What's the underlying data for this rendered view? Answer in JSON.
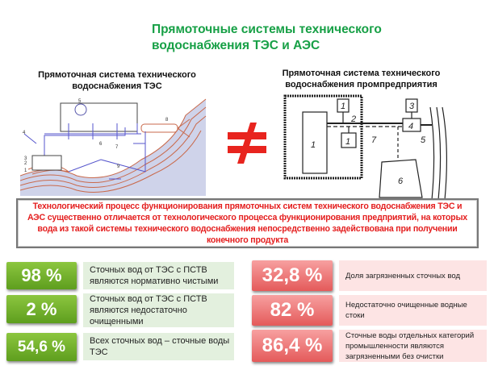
{
  "title": "Прямоточные системы технического водоснабжения ТЭС и АЭС",
  "left_panel": {
    "title": "Прямоточная система технического водоснабжения ТЭС",
    "labels": [
      "5",
      "4",
      "6",
      "7",
      "8",
      "3",
      "2",
      "1",
      "9"
    ]
  },
  "not_equal_sign": "≠",
  "right_panel": {
    "title": "Прямоточная система технического водоснабжения промпредприятия",
    "labels": [
      "1",
      "1",
      "1",
      "2",
      "3",
      "4",
      "5",
      "6",
      "7"
    ]
  },
  "statement": "Технологический процесс функционирования прямоточных систем технического водоснабжения ТЭС и АЭС существенно отличается от технологического процесса функционирования предприятий, на которых вода из такой системы технического водоснабжения непосредственно задействована при получении конечного продукта",
  "colors": {
    "title": "#17a046",
    "statement": "#e41e1e",
    "green_badge": "#6fb02a",
    "red_badge": "#e96b6b"
  },
  "green_stats": [
    {
      "value": "98 %",
      "text": "Сточных вод от ТЭС с ПСТВ являются нормативно чистыми"
    },
    {
      "value": "2 %",
      "text": "Сточных вод от ТЭС с ПСТВ являются недостаточно очищенными"
    },
    {
      "value": "54,6 %",
      "text": "Всех сточных вод – сточные воды ТЭС"
    }
  ],
  "red_stats": [
    {
      "value": "32,8 %",
      "text": "Доля загрязненных сточных вод"
    },
    {
      "value": "82 %",
      "text": "Недостаточно очищенные водные стоки"
    },
    {
      "value": "86,4 %",
      "text": "Сточные воды отдельных категорий промышленности являются загрязненными без очистки"
    }
  ]
}
